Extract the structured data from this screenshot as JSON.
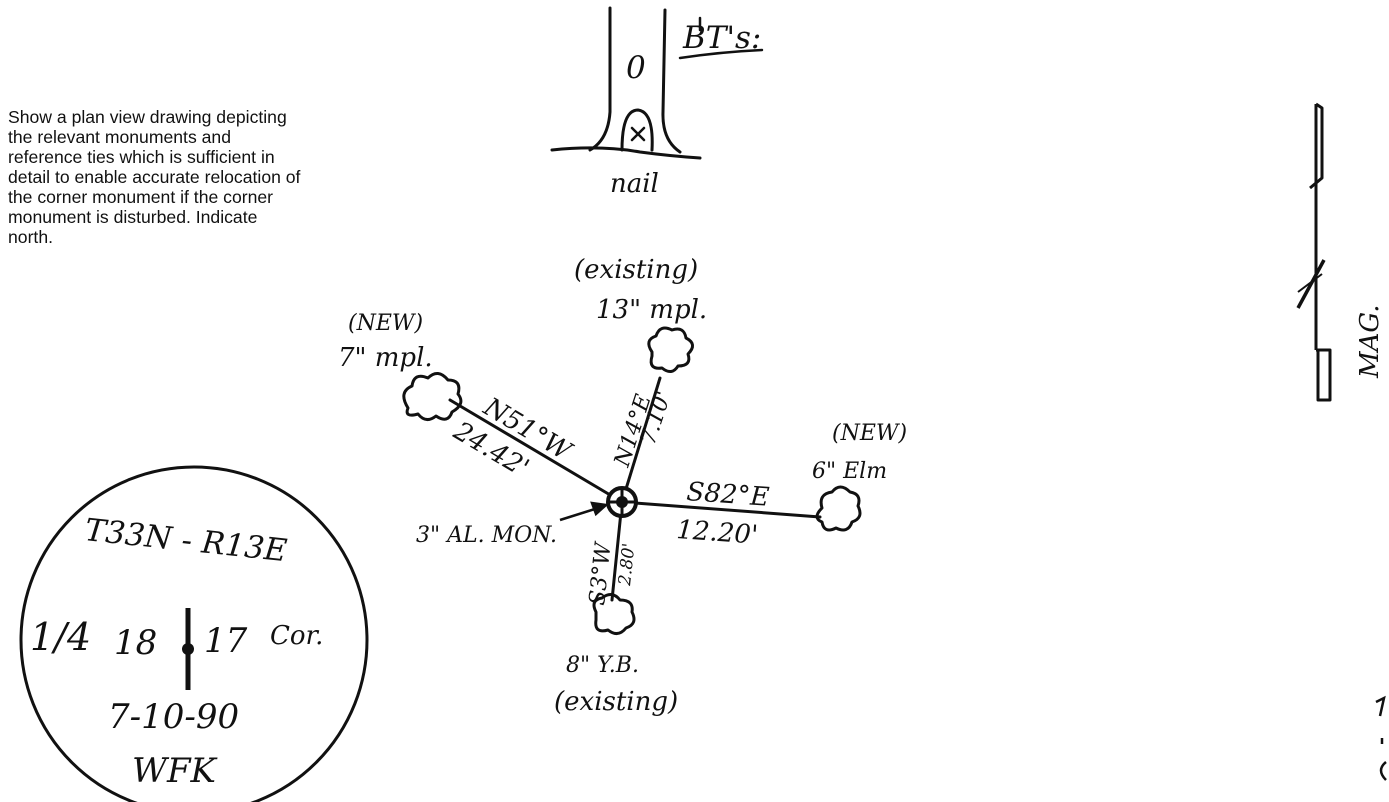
{
  "instructions": [
    "Show a plan view drawing depicting",
    "the relevant monuments and",
    "reference ties which is sufficient in",
    "detail to enable accurate relocation of",
    "the corner monument if the corner",
    "monument is disturbed. Indicate",
    "north."
  ],
  "bt_sketch": {
    "title": "BT's:",
    "tag": "0",
    "nail_label": "nail"
  },
  "monument": {
    "label": "3\" AL. MON."
  },
  "ties": {
    "nw": {
      "status": "(NEW)",
      "tree": "7\" mpl.",
      "bearing": "N51°W",
      "distance": "24.42'"
    },
    "n": {
      "status": "(existing)",
      "tree": "13\" mpl.",
      "bearing": "N14°E",
      "distance": "7.10'"
    },
    "e": {
      "status": "(NEW)",
      "tree": "6\" Elm",
      "bearing": "S82°E",
      "distance": "12.20'"
    },
    "s": {
      "status": "(existing)",
      "tree": "8\" Y.B.",
      "bearing": "S3°W",
      "distance": "2.80'"
    }
  },
  "cap": {
    "line1": "T33N - R13E",
    "fraction": "1/4",
    "left_section": "18",
    "right_section": "17",
    "cor": "Cor.",
    "date": "7-10-90",
    "initials": "WFK"
  },
  "north_arrow": {
    "label": "MAG."
  }
}
